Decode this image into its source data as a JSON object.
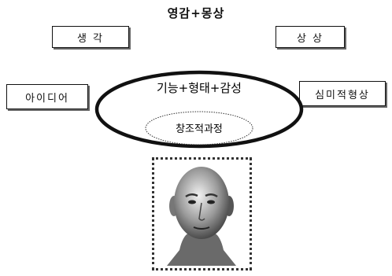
{
  "title": "영감+몽상",
  "boxes": {
    "thought": "생 각",
    "imagination": "상 상",
    "idea": "아이디어",
    "aesthetic": "심미적형상"
  },
  "oval": {
    "outer_text": "기능+형태+감성",
    "inner_text": "창조적과정"
  },
  "face": {
    "icon": "human-head-icon"
  }
}
